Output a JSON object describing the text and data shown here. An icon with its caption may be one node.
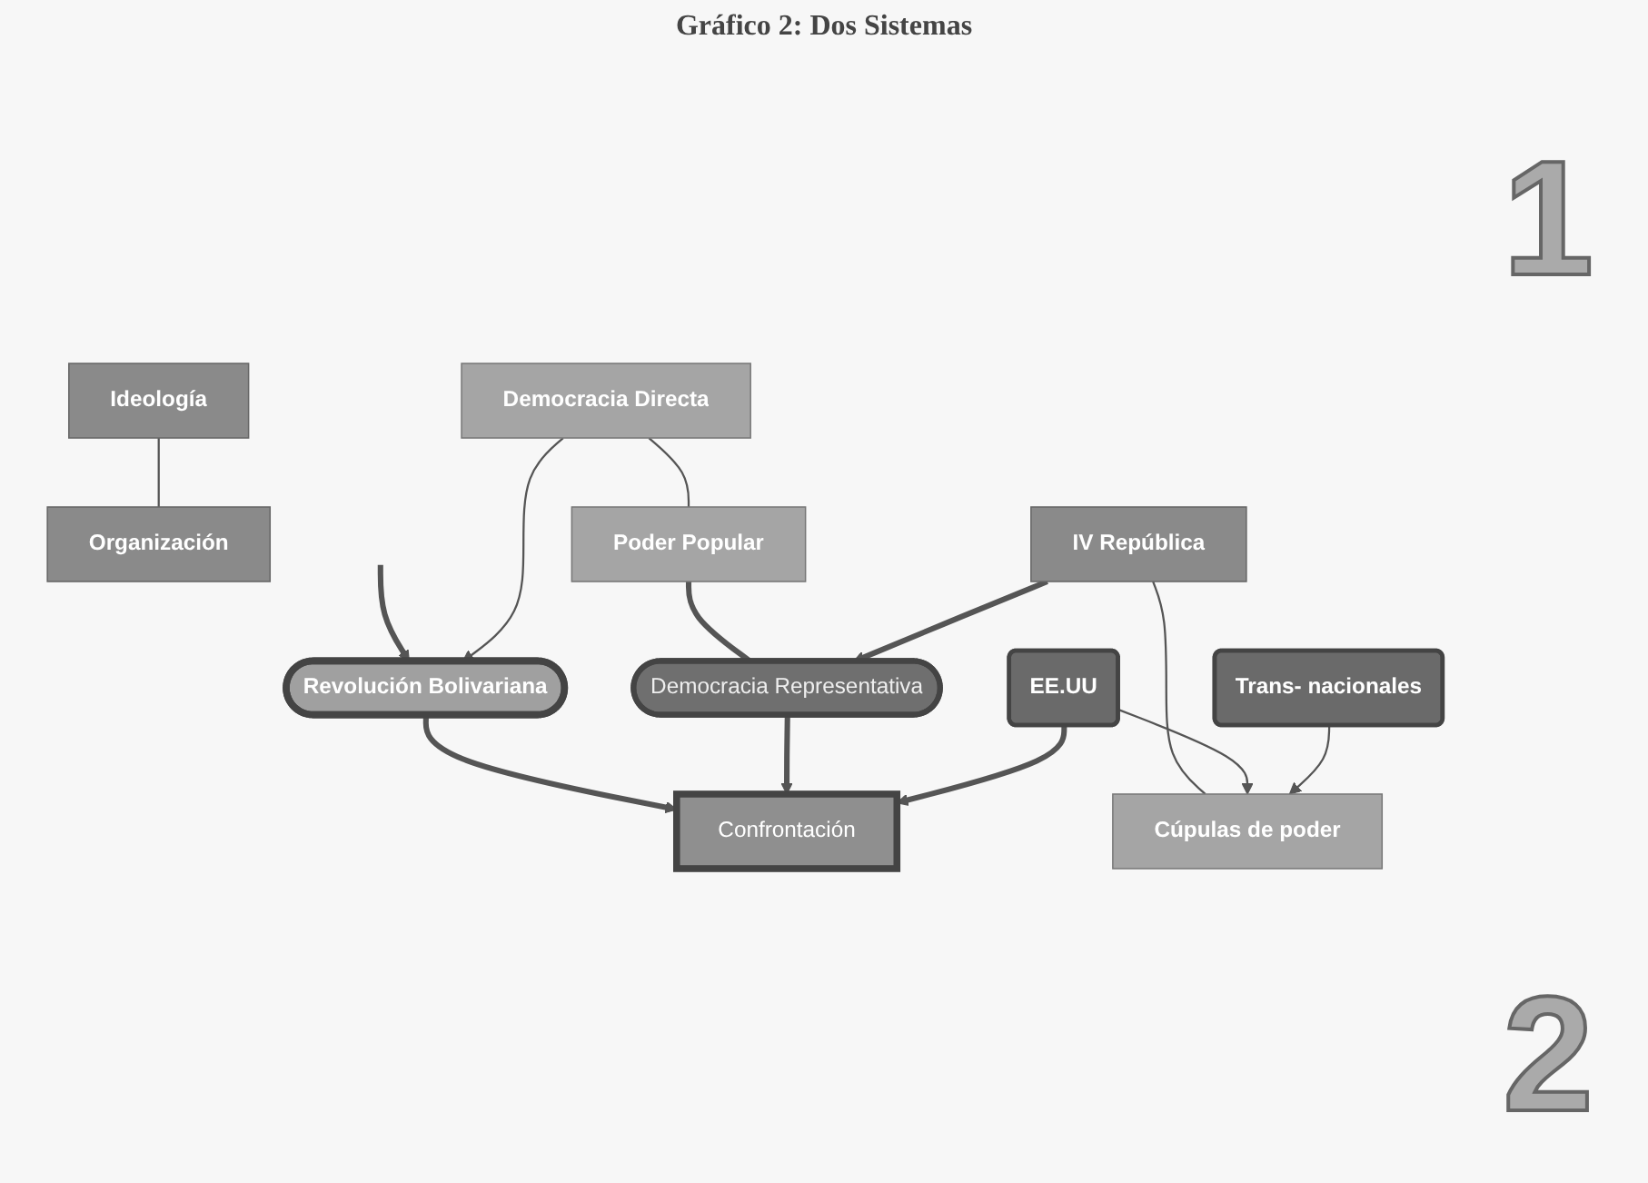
{
  "diagram": {
    "title": "Gráfico 2: Dos Sistemas",
    "nodes": [
      {
        "text": [
          "Ideología"
        ]
      },
      {
        "text": [
          "Organización"
        ]
      },
      {
        "text": [
          "Revolución Bolivariana"
        ]
      },
      {
        "text": [
          "Democracia Directa"
        ]
      },
      {
        "text": [
          "Poder Popular"
        ]
      },
      {
        "text": [
          "Confrontación"
        ]
      },
      {
        "text": [
          "Democracia Representativa"
        ]
      },
      {
        "text": [
          "EE.UU"
        ]
      },
      {
        "text": [
          "IV República"
        ]
      },
      {
        "text": [
          "Cúpulas de poder"
        ]
      },
      {
        "text": [
          "Trans- nacionales"
        ]
      }
    ],
    "edges": [
      {
        "from": null,
        "to": 2,
        "arrow": "to",
        "style": "thick"
      },
      {
        "from": 0,
        "to": 1,
        "arrow": "none"
      },
      {
        "from": 2,
        "to": 5,
        "arrow": "to",
        "style": "thick"
      },
      {
        "from": 3,
        "to": 2,
        "arrow": "to"
      },
      {
        "from": 3,
        "to": 4,
        "arrow": "none"
      },
      {
        "from": 4,
        "to": 6,
        "arrow": "none",
        "style": "thick"
      },
      {
        "from": 6,
        "to": 5,
        "arrow": "to",
        "style": "thick"
      },
      {
        "from": 7,
        "to": 5,
        "arrow": "to",
        "style": "thick"
      },
      {
        "from": 8,
        "to": 6,
        "arrow": "to",
        "style": "thick"
      },
      {
        "from": 8,
        "to": 9,
        "arrow": "none"
      },
      {
        "from": 7,
        "to": 9,
        "arrow": "to"
      },
      {
        "from": 10,
        "to": 9,
        "arrow": "to"
      }
    ],
    "labels": [
      "1",
      "2"
    ]
  }
}
